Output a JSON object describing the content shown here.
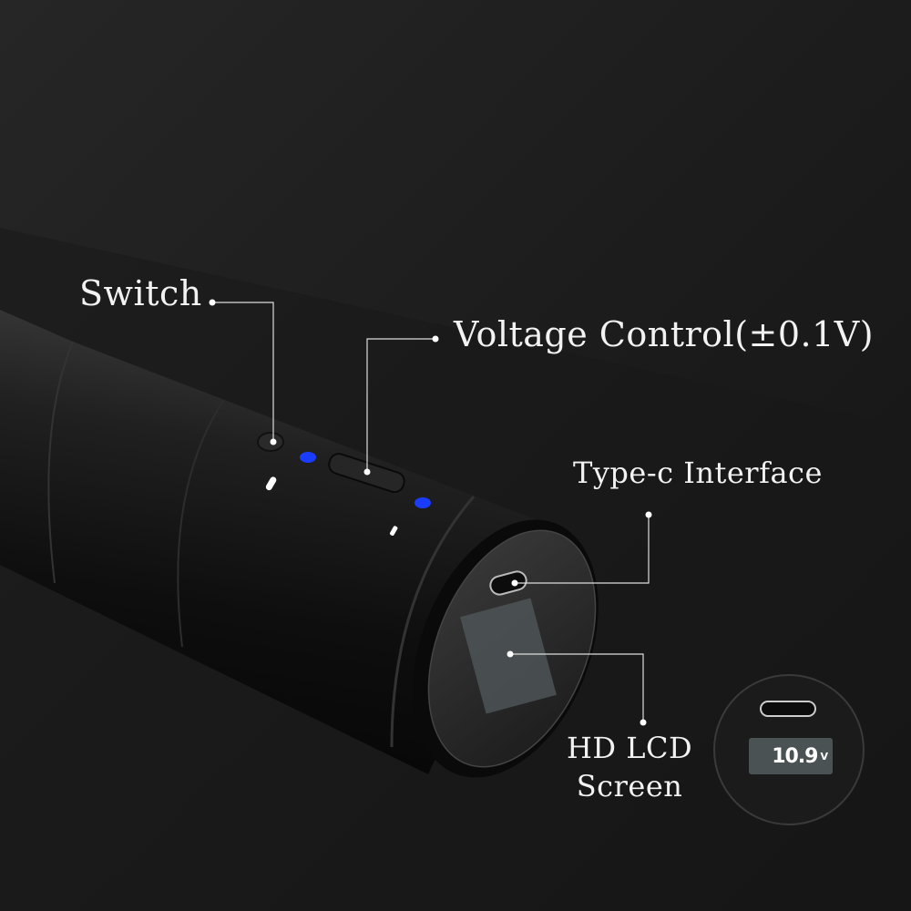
{
  "labels": {
    "switch": "Switch",
    "voltage_control": "Voltage Control(±0.1V)",
    "type_c": "Type-c Interface",
    "lcd_line1": "HD LCD",
    "lcd_line2": "Screen"
  },
  "inset": {
    "lcd_value": "10.9",
    "lcd_unit": "V"
  },
  "colors": {
    "background": "#1e1e1e",
    "indicator_led": "#1a3cff",
    "text": "#f2f2f2"
  }
}
